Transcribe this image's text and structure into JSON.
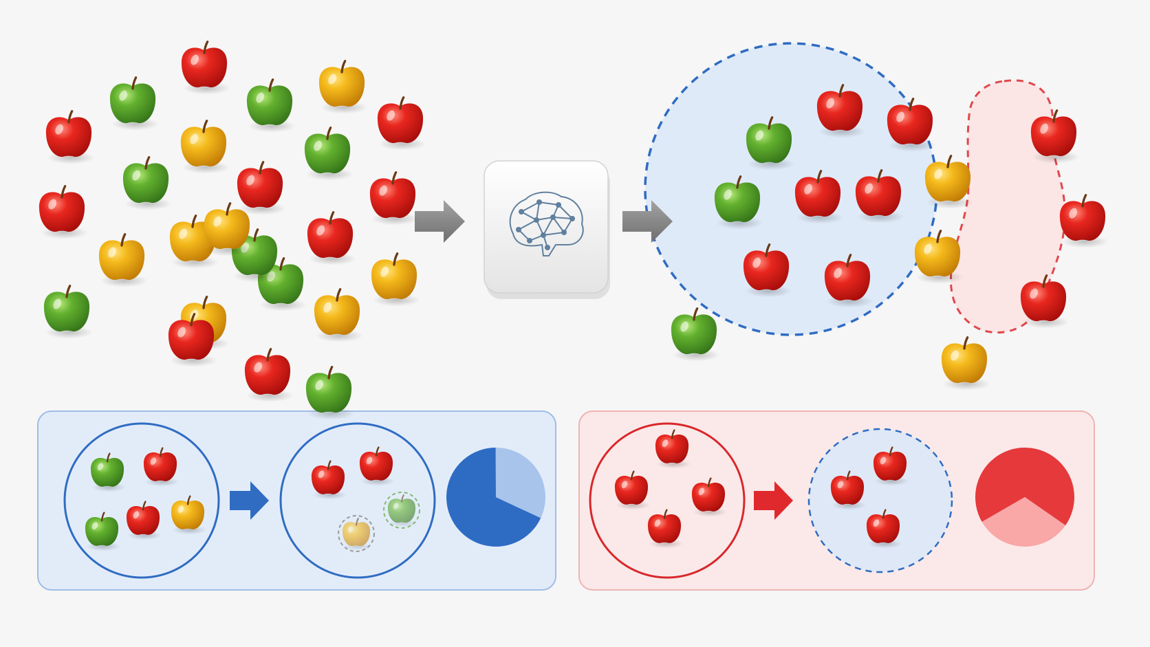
{
  "colors": {
    "background": "#f6f6f6",
    "apple_red": "#e0211b",
    "apple_green": "#5aa72a",
    "apple_yellow": "#f1b416",
    "cluster_blue": "#2f6cc2",
    "cluster_blue_fill": "#dde9f8",
    "cluster_red": "#e0474b",
    "cluster_red_fill": "#fbe4e4",
    "arrow_gray": "#8a8a8a",
    "panel_blue_fill": "#e2ecf9",
    "panel_blue_border": "#9fbde6",
    "panel_red_fill": "#fbe9e9",
    "panel_red_border": "#f0b3b3"
  },
  "icons": {
    "model_box": "neural-network-brain-icon",
    "flow_arrow": "arrow-right-icon"
  },
  "input_set": {
    "apples": [
      "red",
      "green",
      "red",
      "green",
      "yellow",
      "red",
      "red",
      "green",
      "yellow",
      "green",
      "red",
      "yellow",
      "yellow",
      "red",
      "red",
      "green",
      "yellow",
      "green",
      "red",
      "red",
      "yellow",
      "yellow",
      "green",
      "green",
      "yellow"
    ]
  },
  "output_clusters": {
    "blue_cluster_apples": [
      "green",
      "red",
      "red",
      "green",
      "red",
      "red",
      "yellow",
      "red",
      "red",
      "yellow"
    ],
    "red_cluster_apples": [
      "red",
      "red",
      "red"
    ],
    "outliers": [
      "green",
      "yellow"
    ]
  },
  "precision_panel": {
    "before_apples": [
      "green",
      "red",
      "green",
      "red",
      "yellow"
    ],
    "after_apples": [
      "red",
      "red"
    ],
    "after_faded_apples": [
      "yellow",
      "green"
    ],
    "pie_share": 0.68
  },
  "recall_panel": {
    "before_apples": [
      "red",
      "red",
      "red",
      "red"
    ],
    "after_apples": [
      "red",
      "red",
      "red"
    ],
    "pie_share": 0.68
  }
}
